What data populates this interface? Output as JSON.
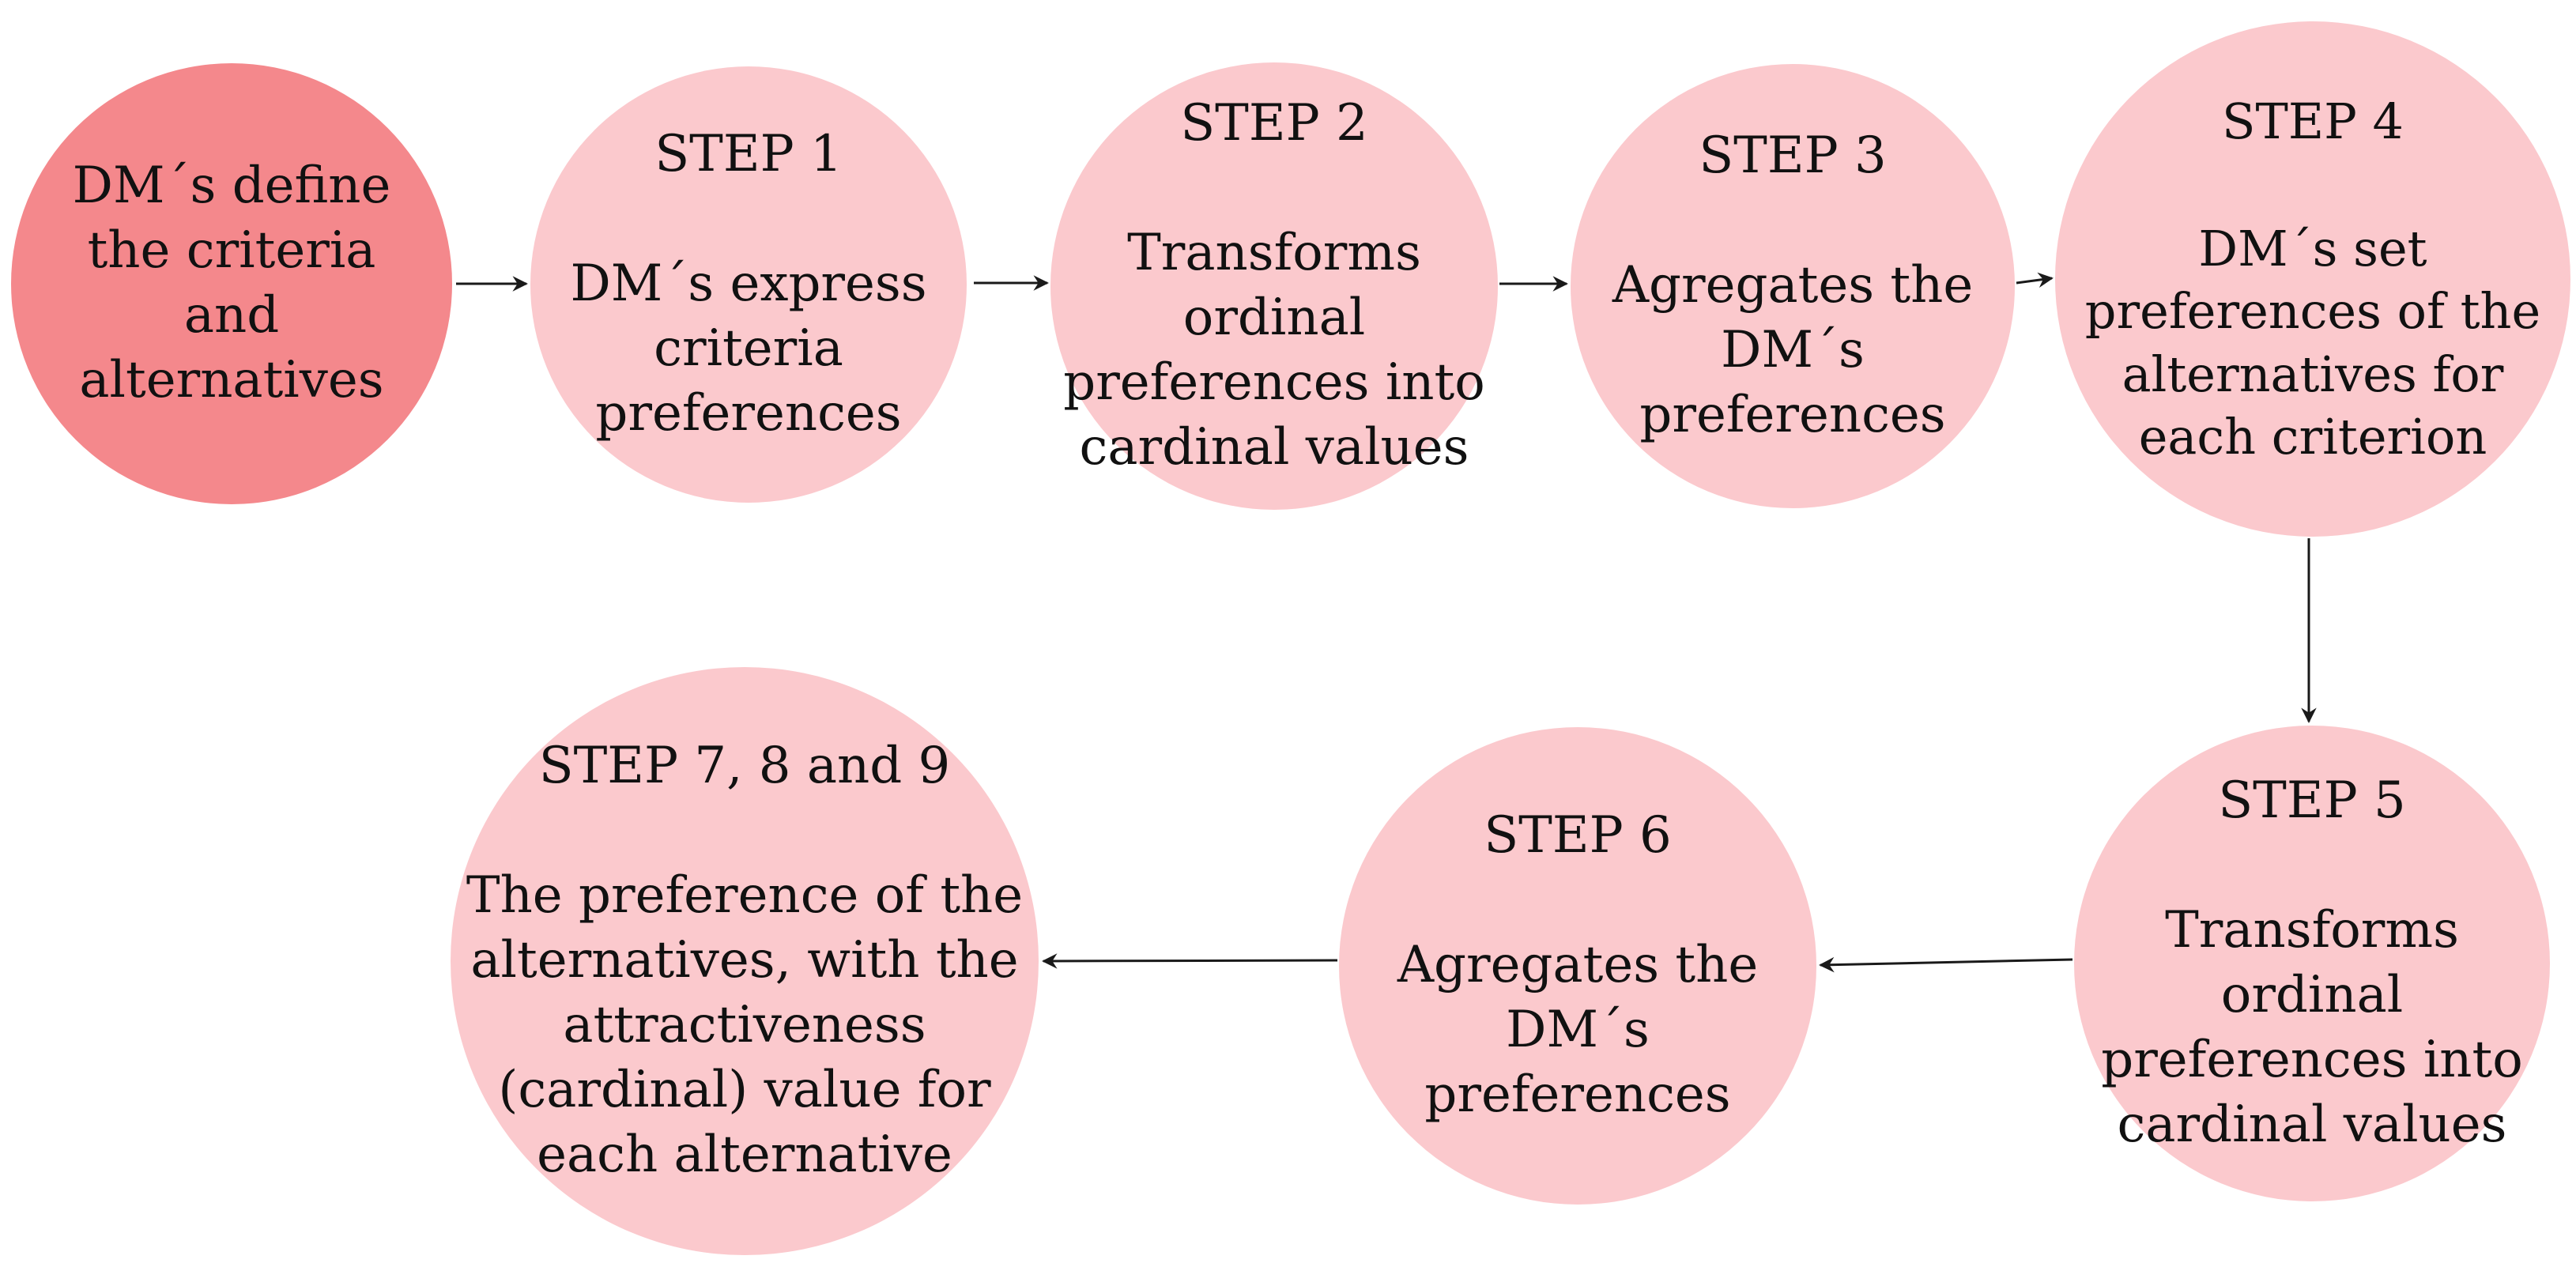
{
  "diagram_type": "flowchart",
  "colors": {
    "node_primary": "#f4888c",
    "node_secondary": "#fbc9cd",
    "arrow": "#1a1a1a",
    "text": "#111111",
    "background": "#ffffff"
  },
  "nodes": [
    {
      "id": "define",
      "title": "",
      "body": "DM´s define\nthe criteria\nand\nalternatives",
      "variant": "primary"
    },
    {
      "id": "step1",
      "title": "STEP 1",
      "body": "DM´s express\ncriteria\npreferences",
      "variant": "secondary"
    },
    {
      "id": "step2",
      "title": "STEP 2",
      "body": "Transforms\nordinal\npreferences into\ncardinal values",
      "variant": "secondary"
    },
    {
      "id": "step3",
      "title": "STEP 3",
      "body": "Agregates the\nDM´s\npreferences",
      "variant": "secondary"
    },
    {
      "id": "step4",
      "title": "STEP 4",
      "body": "DM´s set\npreferences of the\nalternatives for\neach criterion",
      "variant": "secondary"
    },
    {
      "id": "step5",
      "title": "STEP 5",
      "body": "Transforms\nordinal\npreferences into\ncardinal values",
      "variant": "secondary"
    },
    {
      "id": "step6",
      "title": "STEP 6",
      "body": "Agregates the\nDM´s\npreferences",
      "variant": "secondary"
    },
    {
      "id": "step789",
      "title": "STEP 7, 8 and 9",
      "body": "The preference of the\nalternatives, with the\nattractiveness\n(cardinal) value for\neach alternative",
      "variant": "secondary"
    }
  ],
  "connections": [
    {
      "from": "define",
      "to": "step1"
    },
    {
      "from": "step1",
      "to": "step2"
    },
    {
      "from": "step2",
      "to": "step3"
    },
    {
      "from": "step3",
      "to": "step4"
    },
    {
      "from": "step4",
      "to": "step5"
    },
    {
      "from": "step5",
      "to": "step6"
    },
    {
      "from": "step6",
      "to": "step789"
    }
  ]
}
